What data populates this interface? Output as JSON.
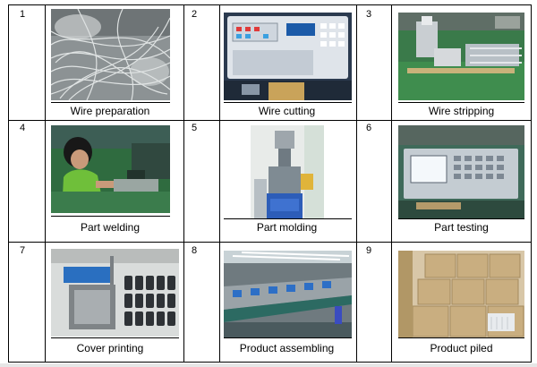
{
  "steps": [
    {
      "num": "1",
      "caption": "Wire preparation",
      "photo": "wire-bundle-photo"
    },
    {
      "num": "2",
      "caption": "Wire cutting",
      "photo": "cutting-machine-photo"
    },
    {
      "num": "3",
      "caption": "Wire stripping",
      "photo": "stripping-machine-photo"
    },
    {
      "num": "4",
      "caption": "Part welding",
      "photo": "worker-welding-photo"
    },
    {
      "num": "5",
      "caption": "Part molding",
      "photo": "molding-machine-photo"
    },
    {
      "num": "6",
      "caption": "Part testing",
      "photo": "testing-equipment-photo"
    },
    {
      "num": "7",
      "caption": "Cover printing",
      "photo": "printing-station-photo"
    },
    {
      "num": "8",
      "caption": "Product assembling",
      "photo": "assembly-line-photo"
    },
    {
      "num": "9",
      "caption": "Product piled",
      "photo": "boxes-piled-photo"
    }
  ]
}
